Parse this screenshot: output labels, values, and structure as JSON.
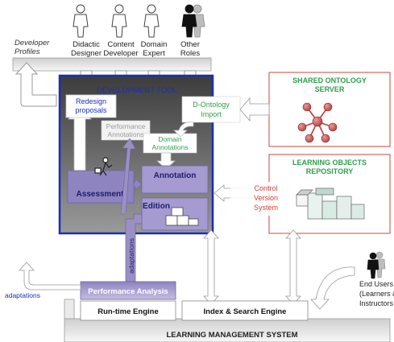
{
  "profiles": {
    "title_line1": "Developer",
    "title_line2": "Profiles",
    "roles": [
      {
        "line1": "Didactic",
        "line2": "Designer"
      },
      {
        "line1": "Content",
        "line2": "Developer"
      },
      {
        "line1": "Domain",
        "line2": "Expert"
      },
      {
        "line1": "Other",
        "line2": "Roles"
      }
    ]
  },
  "dev_tool": {
    "title": "DEVELOPMENT TOOL",
    "redesign_line1": "Redesign",
    "redesign_line2": "proposals",
    "perf_ann_line1": "Performance",
    "perf_ann_line2": "Annotations",
    "domain_ann_line1": "Domain",
    "domain_ann_line2": "Annotations",
    "d_onto_line1": "D-Ontology",
    "d_onto_line2": "Import",
    "assessment": "Assessment",
    "annotation": "Annotation",
    "edition": "Edition"
  },
  "ontology": {
    "title_line1": "SHARED ONTOLOGY",
    "title_line2": "SERVER"
  },
  "repository": {
    "title_line1": "LEARNING OBJECTS",
    "title_line2": "REPOSITORY",
    "cvs_line1": "Control",
    "cvs_line2": "Version",
    "cvs_line3": "System"
  },
  "lms": {
    "title": "LEARNING MANAGEMENT SYSTEM",
    "perf_analysis": "Performance Analysis",
    "runtime": "Run-time Engine",
    "index": "Index & Search Engine",
    "adaptations_left": "adaptations",
    "adaptations_vertical": "adaptations"
  },
  "end_users": {
    "line1": "End Users",
    "line2": "(Learners &",
    "line3": "Instructors"
  },
  "colors": {
    "tool_border": "#1a2fb5",
    "tool_fill": "#5a5a5a",
    "green": "#2e9e4e",
    "red": "#d0433d",
    "purple": "#9b8fc4",
    "purple_dark": "#2a2a78"
  }
}
